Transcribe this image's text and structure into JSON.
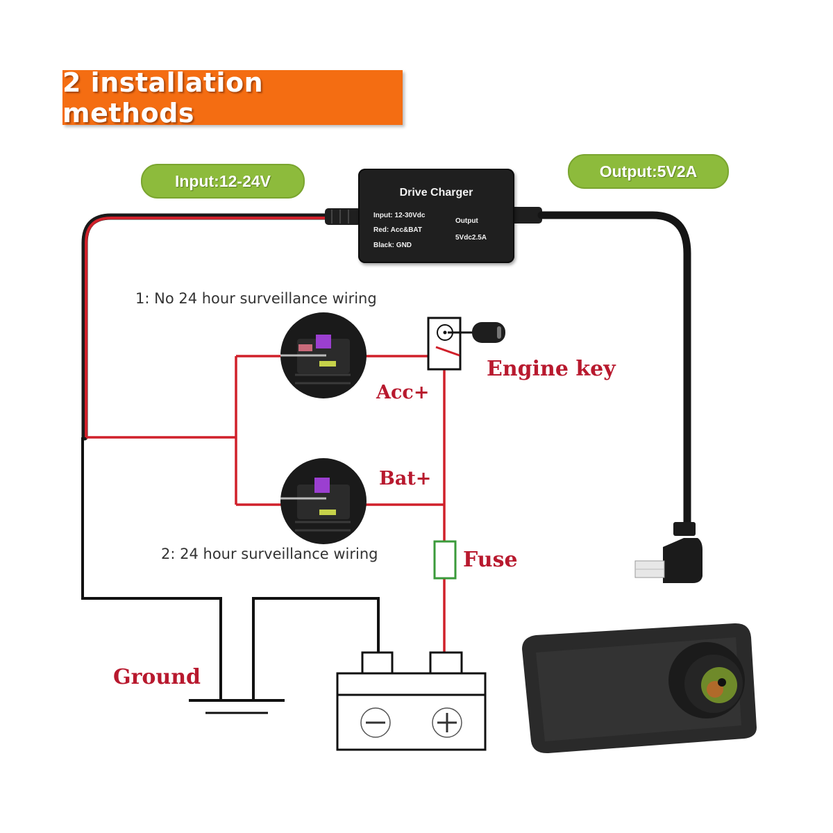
{
  "title": "2 installation methods",
  "badges": {
    "input": "Input:12-24V",
    "output": "Output:5V2A"
  },
  "charger": {
    "name": "Drive Charger",
    "specs_left": [
      "Input: 12-30Vdc",
      "Red: Acc&BAT",
      "Black: GND"
    ],
    "specs_right": [
      "Output",
      "5Vdc2.5A"
    ]
  },
  "methods": [
    {
      "label": "1:  No 24 hour surveillance wiring",
      "terminal": "Acc+"
    },
    {
      "label": "2:  24 hour surveillance wiring",
      "terminal": "Bat+"
    }
  ],
  "components": {
    "engine_key": "Engine key",
    "fuse": "Fuse",
    "ground": "Ground"
  },
  "battery": {
    "negative_symbol": "minus",
    "positive_symbol": "plus"
  },
  "colors": {
    "banner_orange": "#f46d12",
    "badge_green": "#8dbb3c",
    "positive_wire_red": "#d0202a",
    "ground_wire_black": "#111111",
    "fuse_green": "#3a9a3a",
    "label_red": "#b8192e",
    "charger_body": "#1f1f1f"
  }
}
